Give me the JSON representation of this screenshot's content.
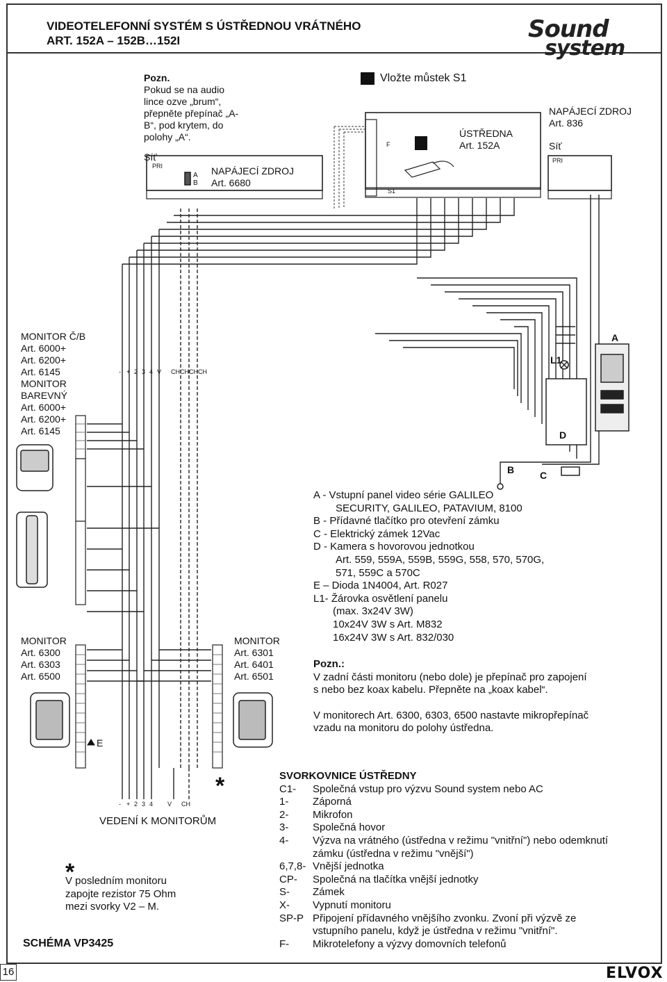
{
  "header": {
    "title_line1": "VIDEOTELEFONNÍ SYSTÉM S ÚSTŘEDNOU VRÁTNÉHO",
    "title_line2": "ART. 152A – 152B…152I",
    "logo_line1": "Sound",
    "logo_line2": "system"
  },
  "note_top": {
    "title": "Pozn.",
    "lines": [
      "Pokud se na audio",
      "lince ozve „brum“,",
      "přepněte přepínač „A-",
      "B“, pod krytem, do",
      "polohy „A“."
    ]
  },
  "power_left": {
    "mains": "Síť",
    "pri": "PRI",
    "title": "NAPÁJECÍ ZDROJ",
    "art": "Art. 6680",
    "sw_a": "A",
    "sw_b": "B"
  },
  "bridge_note": "Vložte můstek S1",
  "central_unit": {
    "title": "ÚSTŘEDNA",
    "art": "Art. 152A",
    "f_label": "F",
    "s1_label": "S1"
  },
  "power_right": {
    "title": "NAPÁJECÍ ZDROJ",
    "art": "Art. 836",
    "mains": "Síť",
    "pri": "PRI"
  },
  "monitor_bw": [
    "MONITOR Č/B",
    "Art. 6000+",
    "Art. 6200+",
    "Art. 6145",
    "MONITOR",
    "BAREVNÝ",
    "Art. 6000+",
    "Art. 6200+",
    "Art. 6145"
  ],
  "monitor_6300": [
    "MONITOR",
    "Art. 6300",
    "Art. 6303",
    "Art. 6500"
  ],
  "monitor_6301": [
    "MONITOR",
    "Art. 6301",
    "Art. 6401",
    "Art. 6501"
  ],
  "bus_labels": [
    "-",
    "+",
    "2",
    "3",
    "4",
    "V",
    "CH",
    "CH",
    "CH",
    "CH"
  ],
  "bottom_bus_labels": [
    "-",
    "+",
    "2",
    "3",
    "4",
    "V",
    "CH"
  ],
  "panel_labels": {
    "a": "A",
    "l1": "L1",
    "b": "B",
    "c": "C",
    "d": "D",
    "e": "E"
  },
  "legend": [
    "A - Vstupní panel video série GALILEO",
    "SECURITY, GALILEO, PATAVIUM, 8100",
    "B - Přídavné tlačítko pro otevření zámku",
    "C - Elektrický zámek 12Vac",
    "D - Kamera s hovorovou jednotkou",
    "Art. 559, 559A, 559B, 559G, 558, 570, 570G,",
    "571, 559C a 570C",
    "E – Dioda 1N4004, Art. R027",
    "L1- Žárovka osvětlení panelu",
    "(max. 3x24V 3W)",
    "10x24V 3W s Art. M832",
    "16x24V 3W s Art. 832/030"
  ],
  "note_mid": {
    "title": "Pozn.:",
    "line1": "V zadní části monitoru (nebo dole) je přepínač pro zapojení",
    "line2": "s nebo bez koax kabelu. Přepněte na „koax kabel“.",
    "line3": "V monitorech Art. 6300, 6303, 6500 nastavte mikropřepínač",
    "line4": "vzadu na monitoru do polohy ústředna."
  },
  "wiring_to_monitors": "VEDENÍ K MONITORŮM",
  "star": "*",
  "resistor_note": [
    "V posledním monitoru",
    "zapojte rezistor 75 Ohm",
    "mezi svorky V2 – M."
  ],
  "schema_title": "SCHÉMA VP3425",
  "terminals": {
    "title": "SVORKOVNICE ÚSTŘEDNY",
    "rows": [
      {
        "k": "C1-",
        "v": "Společná vstup pro výzvu Sound system nebo AC"
      },
      {
        "k": "1-",
        "v": "Záporná"
      },
      {
        "k": "2-",
        "v": "Mikrofon"
      },
      {
        "k": "3-",
        "v": "Společná hovor"
      },
      {
        "k": "4-",
        "v": "Výzva na vrátného (ústředna v režimu \"vnitřní\") nebo odemknutí"
      },
      {
        "k": "",
        "v": "zámku (ústředna v režimu \"vnější\")"
      },
      {
        "k": "6,7,8-",
        "v": "Vnější jednotka"
      },
      {
        "k": "CP-",
        "v": "Společná na tlačítka vnější jednotky"
      },
      {
        "k": "S-",
        "v": "Zámek"
      },
      {
        "k": "X-",
        "v": "Vypnutí monitoru"
      },
      {
        "k": "SP-P",
        "v": "Připojení přídavného vnějšího zvonku. Zvoní při výzvě ze"
      },
      {
        "k": "",
        "v": "vstupního panelu, když je ústředna v režimu \"vnitřní\"."
      },
      {
        "k": "F-",
        "v": "Mikrotelefony a výzvy domovních telefonů"
      }
    ]
  },
  "page_number": "16",
  "footer_logo": "ELVOX"
}
